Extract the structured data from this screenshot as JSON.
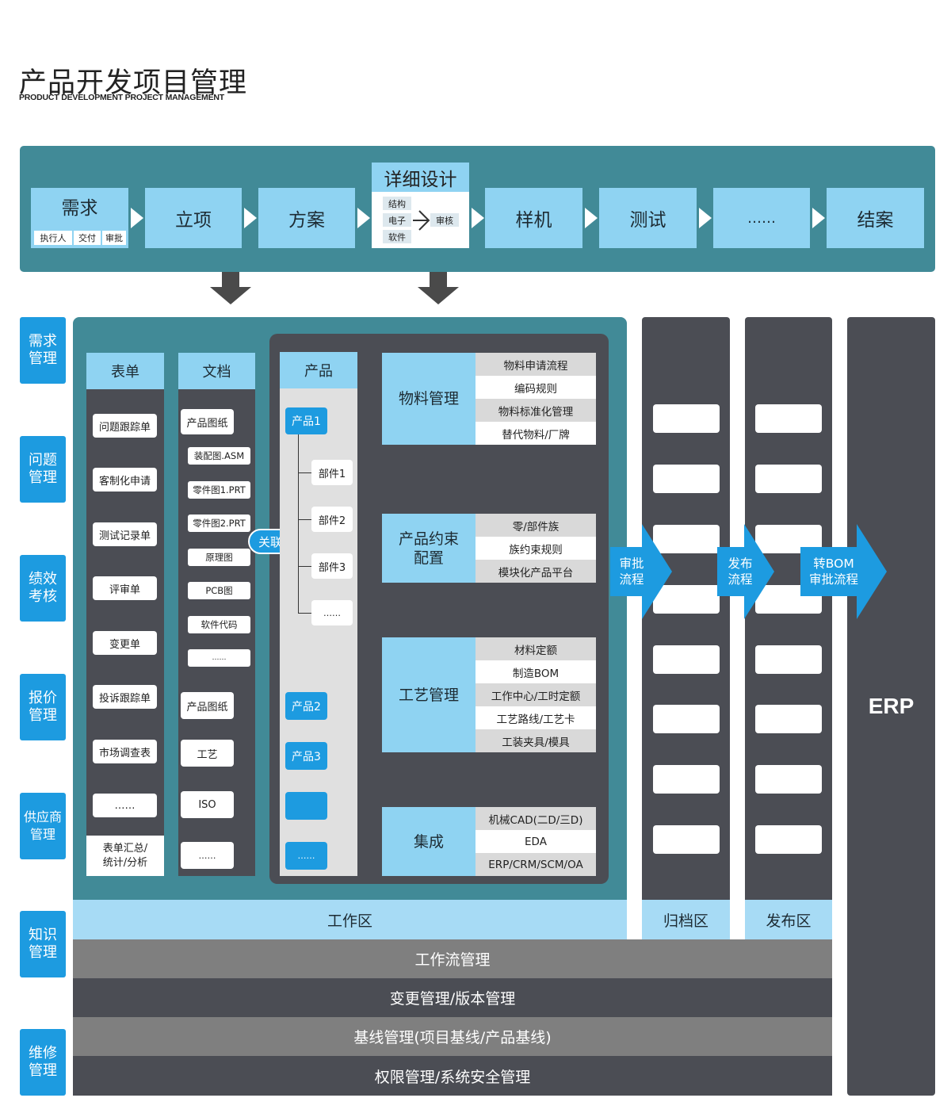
{
  "header": {
    "title": "产品开发项目管理",
    "subtitle": "PRODUCT DEVELOPMENT PROJECT MANAGEMENT"
  },
  "stages": {
    "demand": "需求",
    "demand_tags": [
      "执行人",
      "交付",
      "审批"
    ],
    "items": [
      "立项",
      "方案"
    ],
    "detail_design": "详细设计",
    "detail_tags": [
      "结构",
      "电子",
      "软件"
    ],
    "detail_review": "审核",
    "later": [
      "样机",
      "测试",
      "……",
      "结案"
    ]
  },
  "left_tabs": [
    "需求\n管理",
    "问题\n管理",
    "绩效\n考核",
    "报价\n管理",
    "供应商\n管理",
    "知识\n管理",
    "维修\n管理"
  ],
  "forms": {
    "header": "表单",
    "items": [
      "问题跟踪单",
      "客制化申请",
      "测试记录单",
      "评审单",
      "变更单",
      "投诉跟踪单",
      "市场调查表",
      "……"
    ],
    "summary": "表单汇总/\n统计/分析"
  },
  "documents": {
    "header": "文档",
    "drawing": "产品图纸",
    "sub_items": [
      "装配图.ASM",
      "零件图1.PRT",
      "零件图2.PRT",
      "原理图",
      "PCB图",
      "软件代码",
      "……"
    ],
    "items2": [
      "产品图纸",
      "工艺",
      "ISO",
      "……"
    ]
  },
  "link_label": "关联",
  "products": {
    "header": "产品",
    "product1": "产品1",
    "parts": [
      "部件1",
      "部件2",
      "部件3",
      "……"
    ],
    "product2": "产品2",
    "product3": "产品3",
    "blank": "",
    "more": "……"
  },
  "groups": {
    "material": {
      "title": "物料管理",
      "items": [
        "物料申请流程",
        "编码规则",
        "物料标准化管理",
        "替代物料/厂牌"
      ]
    },
    "config": {
      "title": "产品约束\n配置",
      "items": [
        "零/部件族",
        "族约束规则",
        "模块化产品平台"
      ]
    },
    "process": {
      "title": "工艺管理",
      "items": [
        "材料定额",
        "制造BOM",
        "工作中心/工时定额",
        "工艺路线/工艺卡",
        "工装夹具/模具"
      ]
    },
    "integration": {
      "title": "集成",
      "items": [
        "机械CAD(二D/三D)",
        "EDA",
        "ERP/CRM/SCM/OA"
      ]
    }
  },
  "flows": {
    "approval": "审批\n流程",
    "release": "发布\n流程",
    "bom": "转BOM\n审批流程"
  },
  "zones": {
    "work": "工作区",
    "archive": "归档区",
    "release": "发布区",
    "erp": "ERP"
  },
  "bands": [
    "工作流管理",
    "变更管理/版本管理",
    "基线管理(项目基线/产品基线)",
    "权限管理/系统安全管理"
  ],
  "colors": {
    "teal": "#418a97",
    "light_blue": "#8fd3f2",
    "blue": "#1d9be0",
    "dark_gray": "#4b4d54",
    "mid_gray": "#7f7f7f"
  }
}
